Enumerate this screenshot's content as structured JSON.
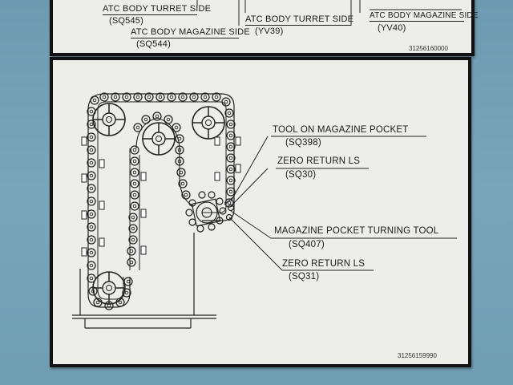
{
  "top_plate": {
    "labels": {
      "atc_body_turret_side_left": "ATC BODY TURRET SIDE",
      "sq545": "(SQ545)",
      "atc_body_magazine_side": "ATC BODY MAGAZINE SIDE",
      "sq544": "(SQ544)",
      "atc_body_turret_side_mid": "ATC BODY TURRET SIDE",
      "yv39": "(YV39)",
      "atc_body_magazine_side_right": "ATC BODY MAGAZINE SIDE",
      "yv40": "(YV40)"
    },
    "serial": "31256160000"
  },
  "main_plate": {
    "callouts": [
      {
        "label": "TOOL ON MAGAZINE POCKET",
        "code": "(SQ398)"
      },
      {
        "label": "ZERO RETURN LS",
        "code": "(SQ30)"
      },
      {
        "label": "MAGAZINE POCKET TURNING TOOL",
        "code": "(SQ407)"
      },
      {
        "label": "ZERO RETURN LS",
        "code": "(SQ31)"
      }
    ],
    "serial": "31256159990"
  },
  "colors": {
    "wall": "#6f9bb0",
    "plate": "#ededea",
    "ink": "#1a1a1a"
  }
}
